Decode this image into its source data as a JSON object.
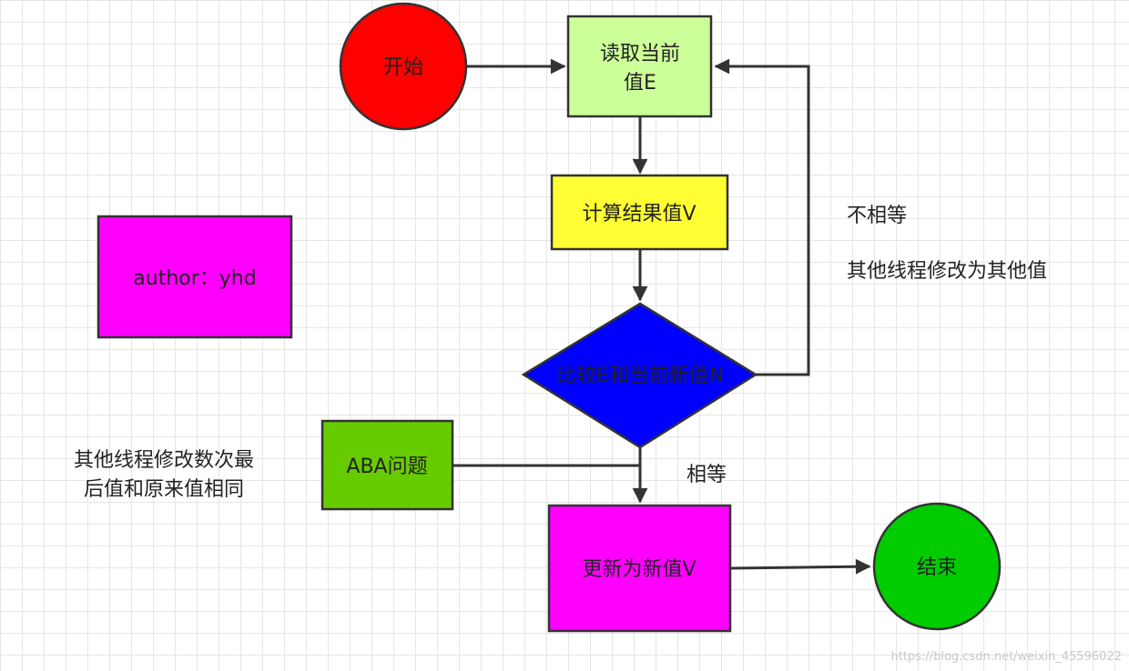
{
  "nodes": {
    "start": {
      "label": "开始",
      "color": "#ff0000"
    },
    "read": {
      "lines": [
        "读取当前",
        "值E"
      ],
      "color": "#ccff99"
    },
    "compute": {
      "label": "计算结果值V",
      "color": "#ffff33"
    },
    "compare": {
      "label": "比较E和当前新值N",
      "color": "#0000ff"
    },
    "aba": {
      "label": "ABA问题",
      "color": "#66cc00"
    },
    "update": {
      "label": "更新为新值V",
      "color": "#ff00ff"
    },
    "end": {
      "label": "结束",
      "color": "#00cc00"
    },
    "author": {
      "label": "author：yhd",
      "color": "#ff00ff"
    }
  },
  "notes": {
    "not_equal": "不相等",
    "other_thread": "其他线程修改为其他值",
    "equal": "相等",
    "aba_desc": [
      "其他线程修改数次最",
      "后值和原来值相同"
    ]
  },
  "watermark": "https://blog.csdn.net/weixin_45596022"
}
